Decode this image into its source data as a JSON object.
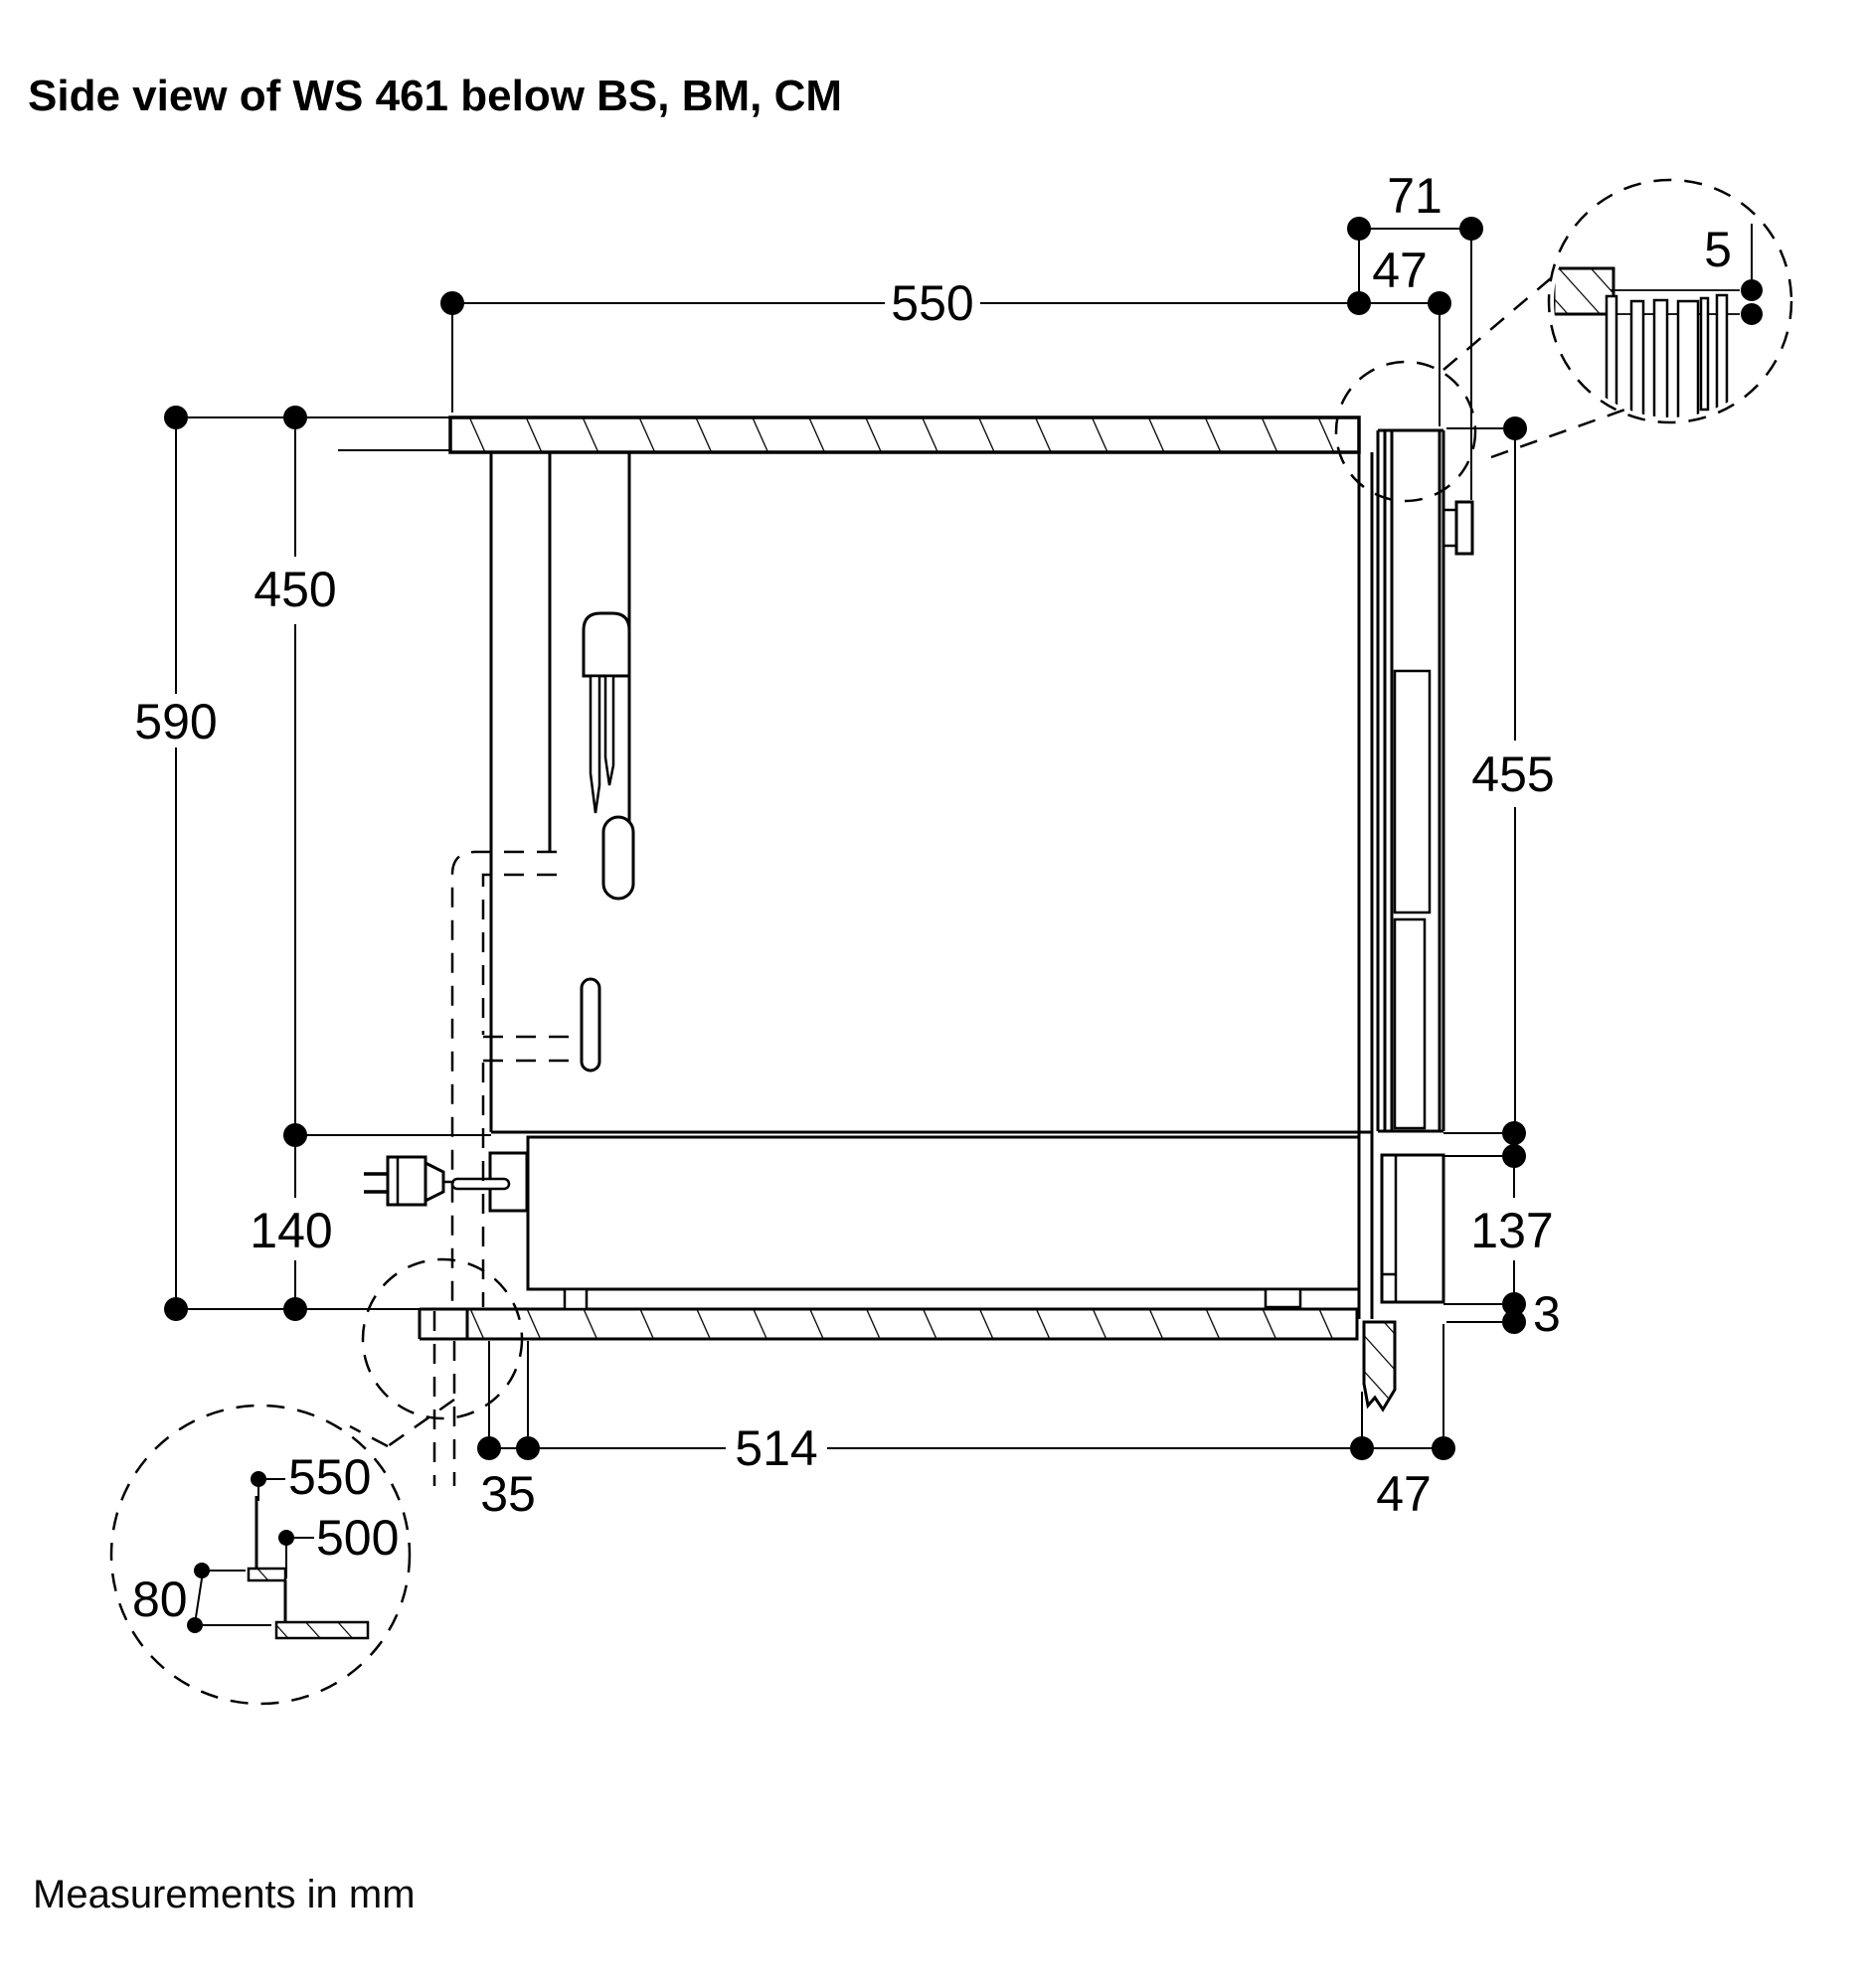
{
  "title": "Side view of WS 461 below BS, BM, CM",
  "footer_note": "Measurements in mm",
  "dimensions": {
    "counter_depth": "550",
    "right_overhang": "71",
    "top_front_inset": "47",
    "niche_height": "450",
    "total_height": "590",
    "front_height": "455",
    "base_height": "140",
    "lower_front_height": "137",
    "floor_gap": "3",
    "rear_clearance": "35",
    "appliance_depth": "514",
    "bottom_front_inset": "47",
    "detail_top_gap": "5",
    "detail_counter_depth": "550",
    "detail_recess_depth": "500",
    "detail_recess_height": "80"
  },
  "colors": {
    "line": "#000000",
    "background": "#ffffff"
  }
}
